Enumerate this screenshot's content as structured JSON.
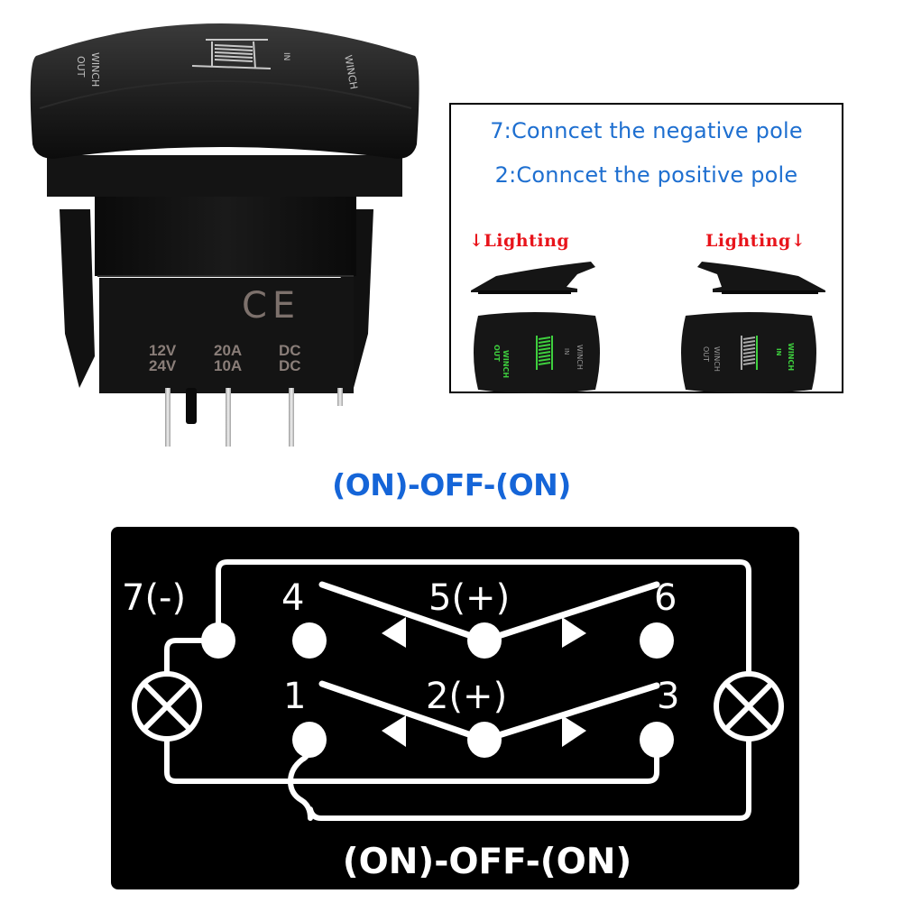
{
  "product": {
    "cap_labels": {
      "left_line1": "WINCH",
      "left_line2": "OUT",
      "right_line1": "WINCH",
      "right_line2": "IN"
    },
    "certification_mark": "CE",
    "ratings": [
      {
        "voltage": "12V",
        "current": "20A",
        "type": "DC"
      },
      {
        "voltage": "24V",
        "current": "10A",
        "type": "DC"
      }
    ],
    "colors": {
      "body": "#111111",
      "print": "#bdbdbd"
    }
  },
  "info_box": {
    "line1": "7:Conncet the negative pole",
    "line2": "2:Conncet the positive pole",
    "left_label": "↓Lighting",
    "right_label": "Lighting↓",
    "left_switch": {
      "left_text_1": "WINCH",
      "left_text_2": "OUT",
      "right_text_1": "WINCH",
      "right_text_2": "IN",
      "lit_side": "OUT"
    },
    "right_switch": {
      "left_text_1": "WINCH",
      "left_text_2": "OUT",
      "right_text_1": "WINCH",
      "right_text_2": "IN",
      "lit_side": "IN"
    },
    "colors": {
      "text": "#1e6fd0",
      "lighting": "#e8141b",
      "glow": "#3ecf3e"
    }
  },
  "diagram": {
    "title": "(ON)-OFF-(ON)",
    "bottom_label": "(ON)-OFF-(ON)",
    "pins": {
      "p7": "7(-)",
      "p4": "4",
      "p5": "5(+)",
      "p6": "6",
      "p1": "1",
      "p2": "2(+)",
      "p3": "3"
    },
    "lamps": [
      "left-lamp",
      "right-lamp"
    ],
    "colors": {
      "title": "#1565d8",
      "panel": "#000000",
      "lines": "#ffffff"
    }
  }
}
